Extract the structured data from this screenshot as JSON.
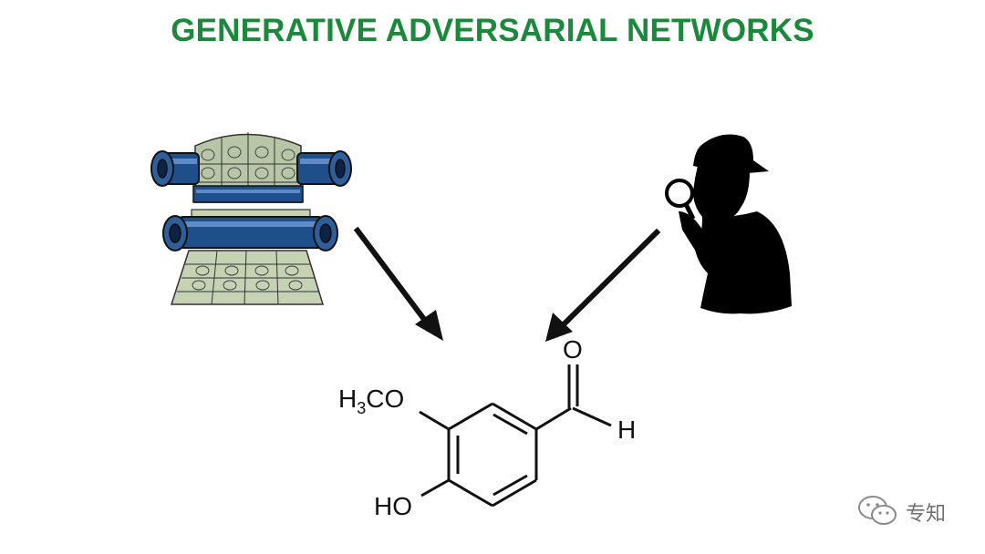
{
  "title": "GENERATIVE ADVERSARIAL NETWORKS",
  "molecule": {
    "methoxy_label": "H",
    "methoxy_sub": "3",
    "methoxy_rest": "CO",
    "hydroxyl_label": "HO",
    "oxygen_label": "O",
    "hydrogen_label": "H"
  },
  "watermark": {
    "text": "专知",
    "icon": "wechat-icon"
  },
  "icons": {
    "generator": "money-printing-press-icon",
    "discriminator": "detective-magnifier-icon"
  },
  "colors": {
    "title": "#1a8a3a",
    "arrow": "#111111",
    "press_body": "#1f4f8a",
    "money": "#b7c6a6"
  }
}
